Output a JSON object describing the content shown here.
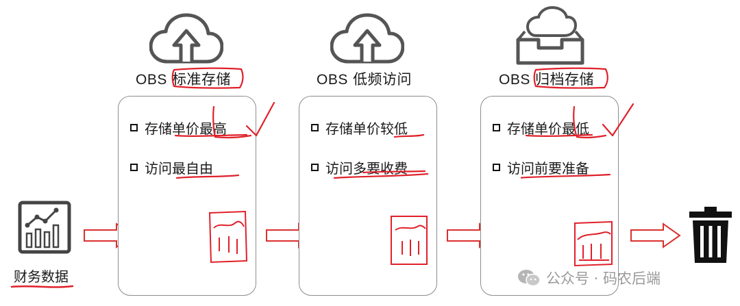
{
  "source": {
    "label": "财务数据",
    "icon": "bar-chart-icon"
  },
  "tiers": [
    {
      "obs": "OBS",
      "name": "标准存储",
      "icon": "cloud-upload-icon",
      "features": [
        "存储单价最高",
        "访问最自由"
      ]
    },
    {
      "obs": "OBS",
      "name": "低频访问",
      "icon": "cloud-upload-icon",
      "features": [
        "存储单价较低",
        "访问多要收费"
      ]
    },
    {
      "obs": "OBS",
      "name": "归档存储",
      "icon": "cloud-archive-icon",
      "features": [
        "存储单价最低",
        "访问前要准备"
      ]
    }
  ],
  "end": {
    "icon": "trash-icon"
  },
  "watermark": {
    "text": "公众号 · 码农后端",
    "icon": "wechat-icon"
  },
  "colors": {
    "annotation": "#e0202a",
    "text": "#1a1a1a",
    "border": "#8c8c8c",
    "arrow": "#d9302e"
  }
}
